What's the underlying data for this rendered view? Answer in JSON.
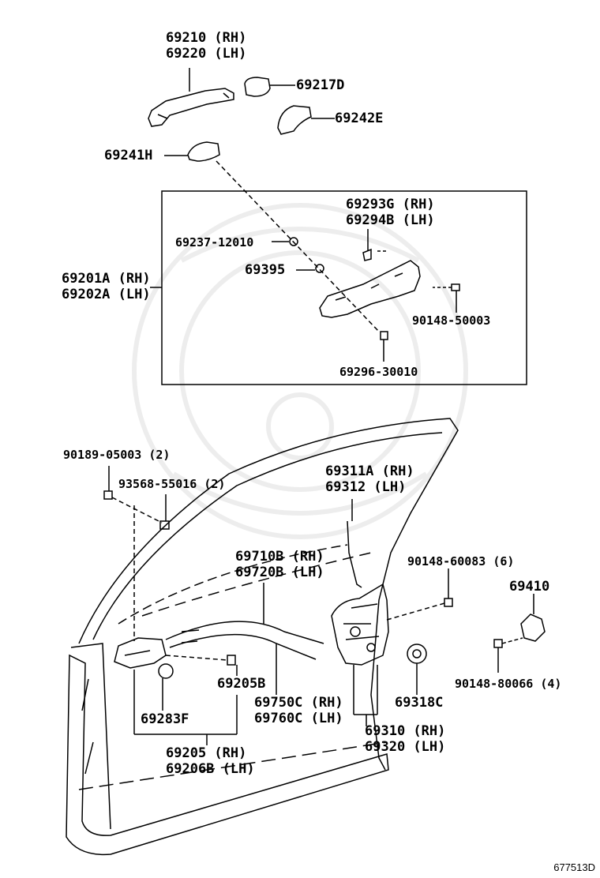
{
  "figure_id": "677513D",
  "labels": {
    "handle_rh": "69210 (RH)",
    "handle_lh": "69220 (LH)",
    "cap": "69217D",
    "pad_e": "69242E",
    "pad_h": "69241H",
    "frame_rh": "69201A (RH)",
    "frame_lh": "69202A (LH)",
    "retainer_rh": "69293G (RH)",
    "retainer_lh": "69294B (LH)",
    "nut": "69237-12010",
    "clip": "69395",
    "bolt_a": "90148-50003",
    "bolt_b": "69296-30010",
    "screw_a": "90189-05003 (2)",
    "screw_b": "93568-55016 (2)",
    "rod_rh": "69311A (RH)",
    "rod_lh": "69312 (LH)",
    "cable_rh": "69710B (RH)",
    "cable_lh": "69720B (LH)",
    "screw_c": "90148-60083 (6)",
    "striker": "69410",
    "screw_d": "90148-80066 (4)",
    "spring": "69205B",
    "cable2_rh": "69750C (RH)",
    "cable2_lh": "69760C (LH)",
    "grommet": "69318C",
    "cover": "69283F",
    "lock_rh": "69310 (RH)",
    "lock_lh": "69320 (LH)",
    "inner_rh": "69205 (RH)",
    "inner_lh": "69206B (LH)"
  }
}
